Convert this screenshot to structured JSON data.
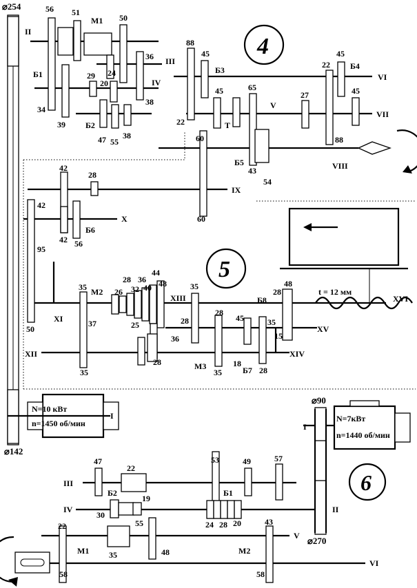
{
  "section_numbers": {
    "s4": "4",
    "s5": "5",
    "s6": "6"
  },
  "pulleys": {
    "big_top": "⌀254",
    "big_bottom": "⌀142",
    "small_top": "⌀90",
    "small_bottom": "⌀270"
  },
  "motors": {
    "m1": {
      "line1": "N=10 кВт",
      "line2": "n=1450 об/мин",
      "shaft": "I"
    },
    "m2": {
      "line1": "N=7кВт",
      "line2": "n=1440 об/мин",
      "shaft": "I"
    }
  },
  "shafts": {
    "II": "II",
    "III": "III",
    "IV": "IV",
    "V": "V",
    "VI": "VI",
    "VII": "VII",
    "VIII": "VIII",
    "IX": "IX",
    "X": "X",
    "XI": "XI",
    "XII": "XII",
    "XIII": "XIII",
    "XIV": "XIV",
    "XV": "XV",
    "XVI": "XVI",
    "b_III": "III",
    "b_IV": "IV",
    "b_V": "V",
    "b_VI": "VI",
    "b_II": "II"
  },
  "blocks": {
    "B1": "Б1",
    "B2": "Б2",
    "B3": "Б3",
    "B4": "Б4",
    "B5": "Б5",
    "B6": "Б6",
    "B7": "Б7",
    "B8": "Б8",
    "bB1": "Б1",
    "bB2": "Б2",
    "T": "T",
    "M1": "M1",
    "M2": "M2",
    "M3": "M3",
    "bM1": "M1",
    "bM2": "M2"
  },
  "thread_pitch": "t = 12 мм",
  "teeth": {
    "t56a": "56",
    "t51": "51",
    "t50a": "50",
    "t36a": "36",
    "t24": "24",
    "t34": "34",
    "t39": "39",
    "t29": "29",
    "t20a": "20",
    "t47a": "47",
    "t55a": "55",
    "t38a": "38",
    "t38b": "38",
    "t88a": "88",
    "t45a": "45",
    "t22a": "22",
    "t45b": "45",
    "t65": "65",
    "t45c": "45",
    "t22b": "22",
    "t27": "27",
    "t45d": "45",
    "t88b": "88",
    "t60a": "60",
    "t60b": "60",
    "t43a": "43",
    "t54": "54",
    "t42a": "42",
    "t28a": "28",
    "t42b": "42",
    "t42c": "42",
    "t56b": "56",
    "t95": "95",
    "t50b": "50",
    "t35a": "35",
    "t37": "37",
    "t35b": "35",
    "t28b": "28",
    "t26": "26",
    "t32": "32",
    "t36b": "36",
    "t40": "40",
    "t44": "44",
    "t48a": "48",
    "t25": "25",
    "t28c": "28",
    "t36c": "36",
    "t35c": "35",
    "t28d": "28",
    "t28e": "28",
    "t35d": "35",
    "t45e": "45",
    "t35e": "35",
    "t28f": "28",
    "t48b": "48",
    "t15": "15",
    "t18": "18",
    "t28g": "28",
    "u47": "47",
    "u22a": "22",
    "u53": "53",
    "u49": "49",
    "u57": "57",
    "u30": "30",
    "u19": "19",
    "u55": "55",
    "u24": "24",
    "u28": "28",
    "u20": "20",
    "u22b": "22",
    "u35": "35",
    "u48": "48",
    "u43": "43",
    "u58a": "58",
    "u58b": "58"
  }
}
